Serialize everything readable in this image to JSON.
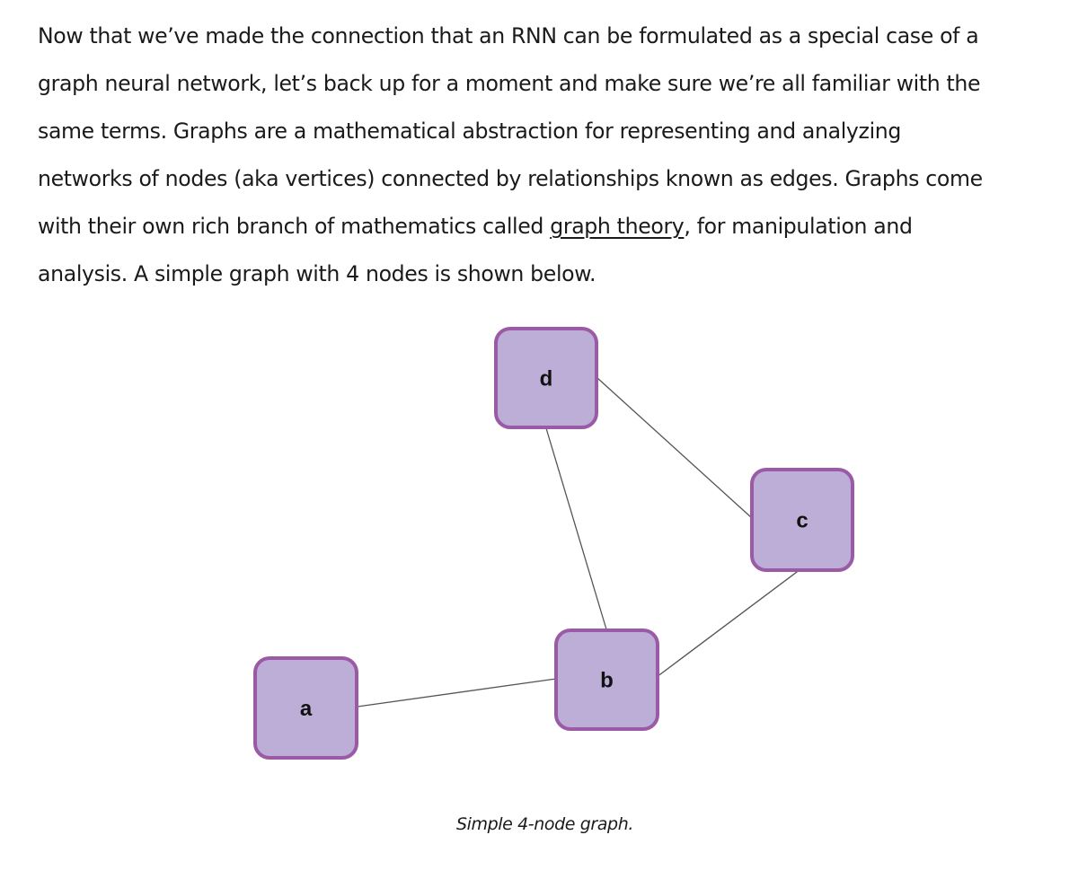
{
  "article": {
    "lines": [
      "Now that we’ve made the connection that an RNN can be formulated as a special case of a",
      "graph neural network, let’s back up for a moment and make sure we’re all familiar with the",
      "same terms. Graphs are a mathematical abstraction for representing and analyzing",
      "networks of nodes (aka vertices) connected by relationships known as edges. Graphs come"
    ],
    "line5_before": "with their own rich branch of mathematics called ",
    "link_text": "graph theory",
    "line5_after": ", for manipulation and",
    "line6": "analysis. A simple graph with 4 nodes is shown below."
  },
  "figure": {
    "nodes": [
      {
        "id": "a",
        "label": "a"
      },
      {
        "id": "b",
        "label": "b"
      },
      {
        "id": "c",
        "label": "c"
      },
      {
        "id": "d",
        "label": "d"
      }
    ],
    "edges": [
      {
        "from": "a",
        "to": "b"
      },
      {
        "from": "d",
        "to": "b"
      },
      {
        "from": "d",
        "to": "c"
      },
      {
        "from": "b",
        "to": "c"
      }
    ],
    "colors": {
      "node_fill": "#bdaed8",
      "node_border": "#9b5aa6",
      "edge": "#555555"
    },
    "caption": "Simple 4-node graph."
  }
}
